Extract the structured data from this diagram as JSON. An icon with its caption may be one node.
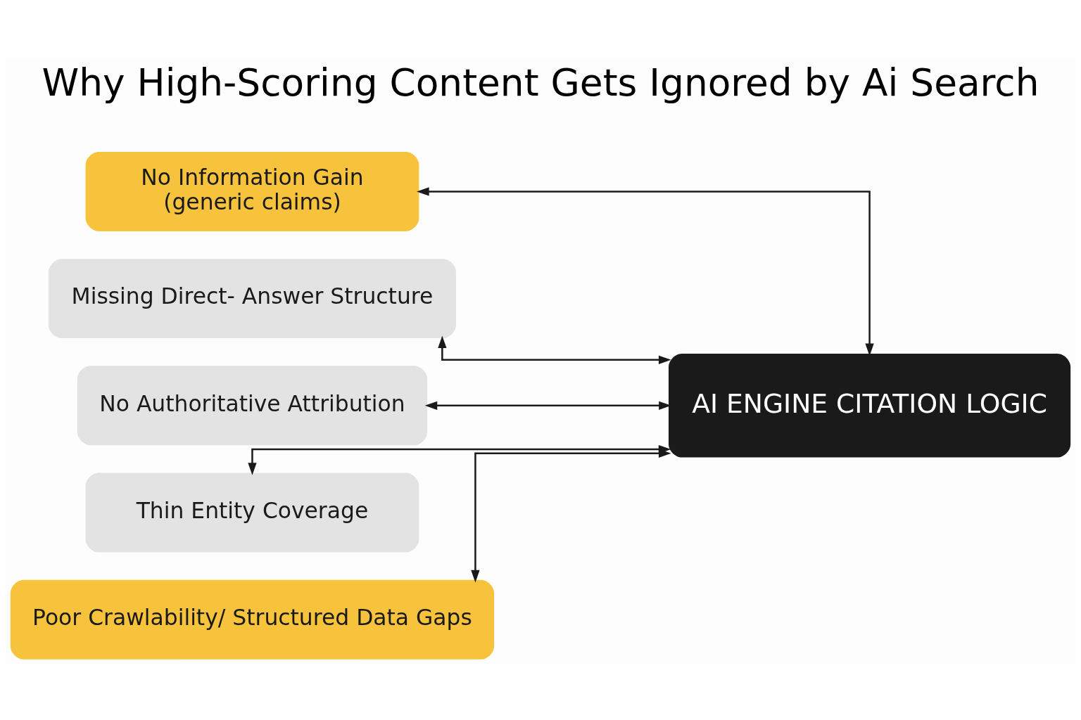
{
  "diagram": {
    "title": "Why High-Scoring Content Gets Ignored by Ai Search",
    "nodes": [
      {
        "text": [
          "No Information Gain",
          "(generic claims)"
        ]
      },
      {
        "text": [
          "Missing Direct- Answer Structure"
        ]
      },
      {
        "text": [
          "No Authoritative Attribution"
        ]
      },
      {
        "text": [
          "Thin Entity Coverage"
        ]
      },
      {
        "text": [
          "Poor Crawlability/ Structured Data Gaps"
        ]
      },
      {
        "text": [
          "AI ENGINE CITATION LOGIC"
        ]
      }
    ],
    "edges": [
      {
        "from": 0,
        "to": 5,
        "arrow": "both"
      },
      {
        "from": 1,
        "to": 5,
        "arrow": "both"
      },
      {
        "from": 2,
        "to": 5,
        "arrow": "both"
      },
      {
        "from": 3,
        "to": 5,
        "arrow": "both"
      },
      {
        "from": 4,
        "to": 5,
        "arrow": "both"
      }
    ]
  }
}
